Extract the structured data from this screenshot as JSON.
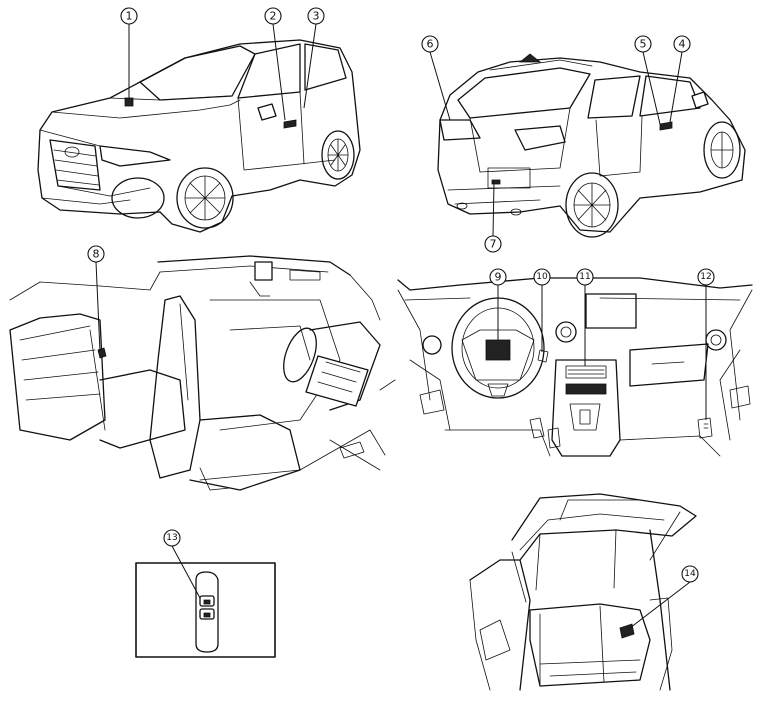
{
  "callouts": [
    {
      "id": 1,
      "label": "1"
    },
    {
      "id": 2,
      "label": "2"
    },
    {
      "id": 3,
      "label": "3"
    },
    {
      "id": 4,
      "label": "4"
    },
    {
      "id": 5,
      "label": "5"
    },
    {
      "id": 6,
      "label": "6"
    },
    {
      "id": 7,
      "label": "7"
    },
    {
      "id": 8,
      "label": "8"
    },
    {
      "id": 9,
      "label": "9"
    },
    {
      "id": 10,
      "label": "10"
    },
    {
      "id": 11,
      "label": "11"
    },
    {
      "id": 12,
      "label": "12"
    },
    {
      "id": 13,
      "label": "13"
    },
    {
      "id": 14,
      "label": "14"
    }
  ],
  "illustrations": [
    "car-front-view",
    "car-rear-view",
    "cabin-side-view",
    "dashboard-view",
    "key-fob-panel",
    "liftgate-view"
  ],
  "colors": {
    "line": "#111111",
    "background": "#ffffff"
  }
}
